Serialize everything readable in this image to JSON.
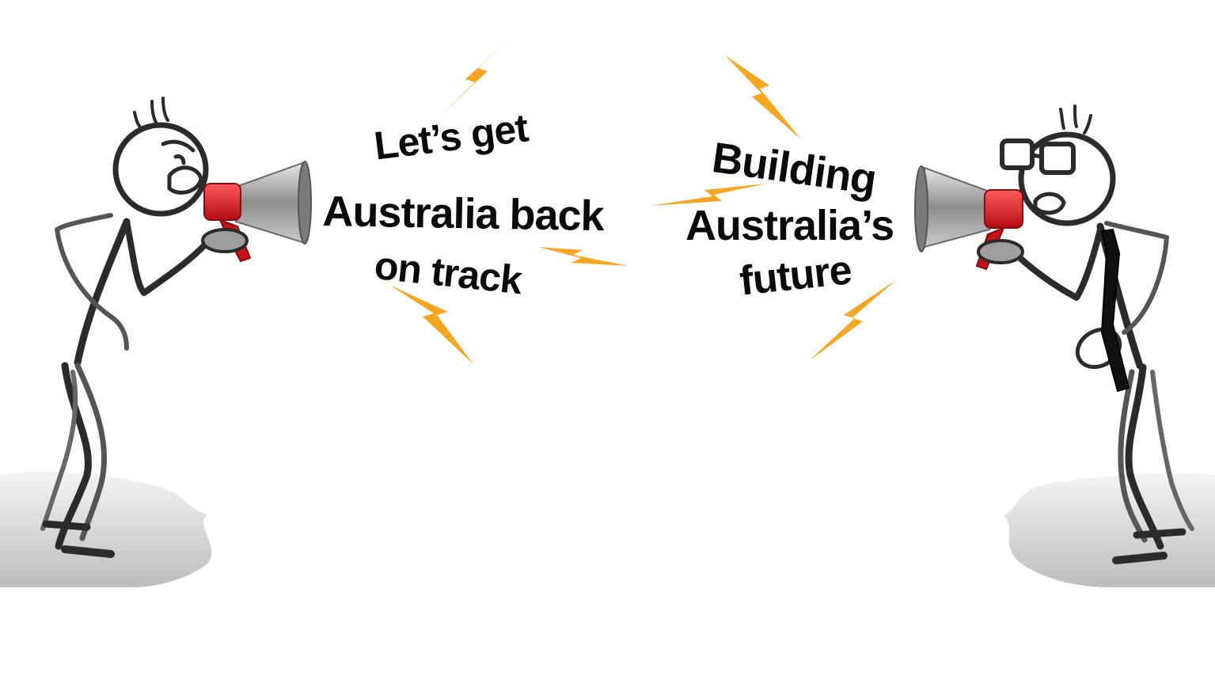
{
  "left_speaker": {
    "lines": [
      "Let’s get",
      "Australia back",
      "on track"
    ]
  },
  "right_speaker": {
    "lines": [
      "Building",
      "Australia’s",
      "future"
    ]
  },
  "colors": {
    "bolt": "#f5a623",
    "megaphone_red": "#d9141b",
    "megaphone_grey": "#9a9a9a",
    "stroke": "#2b2b2b",
    "tie": "#111111",
    "shadow": "#cfcfcf"
  },
  "icons": [
    "stick-figure",
    "megaphone",
    "lightning-bolt",
    "necktie",
    "glasses"
  ]
}
